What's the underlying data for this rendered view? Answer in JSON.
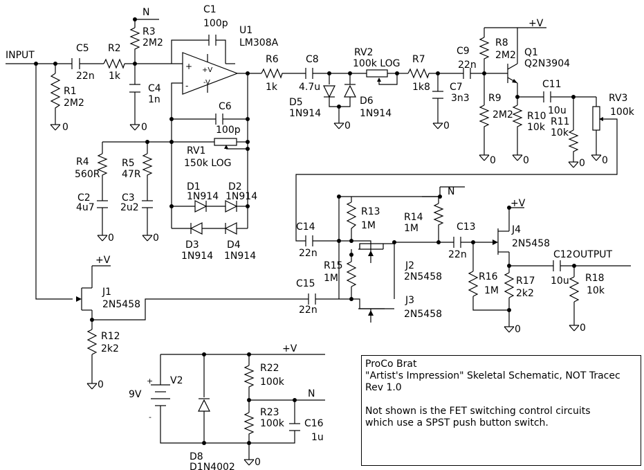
{
  "labels": {
    "input": "INPUT",
    "output": "OUTPUT",
    "vplus": "+V",
    "n": "N",
    "gnd": "0",
    "opamp_plus": "+",
    "opamp_minus": "-",
    "opamp_vplus": "+V",
    "opamp_vminus": "-V",
    "battery_plus": "+",
    "battery_minus": "-"
  },
  "components": {
    "C1": {
      "ref": "C1",
      "value": "100p"
    },
    "U1": {
      "ref": "U1",
      "value": "LM308A"
    },
    "C5": {
      "ref": "C5",
      "value": "22n"
    },
    "R2": {
      "ref": "R2",
      "value": "1k"
    },
    "R3": {
      "ref": "R3",
      "value": "2M2"
    },
    "R1": {
      "ref": "R1",
      "value": "2M2"
    },
    "C4": {
      "ref": "C4",
      "value": "1n"
    },
    "R6": {
      "ref": "R6",
      "value": "1k"
    },
    "C8": {
      "ref": "C8",
      "value": "4.7u"
    },
    "RV2": {
      "ref": "RV2",
      "value": "100k LOG"
    },
    "R7": {
      "ref": "R7",
      "value": "1k8"
    },
    "C7": {
      "ref": "C7",
      "value": "3n3"
    },
    "C9": {
      "ref": "C9",
      "value": "22n"
    },
    "R8": {
      "ref": "R8",
      "value": "2M2"
    },
    "Q1": {
      "ref": "Q1",
      "value": "Q2N3904"
    },
    "R9": {
      "ref": "R9",
      "value": "2M2"
    },
    "C11": {
      "ref": "C11",
      "value": "10u"
    },
    "RV3": {
      "ref": "RV3",
      "value": "100k"
    },
    "R10": {
      "ref": "R10",
      "value": "10k"
    },
    "R11": {
      "ref": "R11",
      "value": "10k"
    },
    "D5": {
      "ref": "D5",
      "value": "1N914"
    },
    "D6": {
      "ref": "D6",
      "value": "1N914"
    },
    "C6": {
      "ref": "C6",
      "value": "100p"
    },
    "RV1": {
      "ref": "RV1",
      "value": "150k LOG"
    },
    "R4": {
      "ref": "R4",
      "value": "560R"
    },
    "R5": {
      "ref": "R5",
      "value": "47R"
    },
    "C2": {
      "ref": "C2",
      "value": "4u7"
    },
    "C3": {
      "ref": "C3",
      "value": "2u2"
    },
    "D1": {
      "ref": "D1",
      "value": "1N914"
    },
    "D2": {
      "ref": "D2",
      "value": "1N914"
    },
    "D3": {
      "ref": "D3",
      "value": "1N914"
    },
    "D4": {
      "ref": "D4",
      "value": "1N914"
    },
    "R13": {
      "ref": "R13",
      "value": "1M"
    },
    "R14": {
      "ref": "R14",
      "value": "1M"
    },
    "C14": {
      "ref": "C14",
      "value": "22n"
    },
    "C13": {
      "ref": "C13",
      "value": "22n"
    },
    "J4": {
      "ref": "J4",
      "value": "2N5458"
    },
    "J2": {
      "ref": "J2",
      "value": "2N5458"
    },
    "R15": {
      "ref": "R15",
      "value": "1M"
    },
    "C12": {
      "ref": "C12",
      "value": "10u"
    },
    "R18": {
      "ref": "R18",
      "value": "10k"
    },
    "R16": {
      "ref": "R16",
      "value": "1M"
    },
    "R17": {
      "ref": "R17",
      "value": "2k2"
    },
    "J1": {
      "ref": "J1",
      "value": "2N5458"
    },
    "C15": {
      "ref": "C15",
      "value": "22n"
    },
    "J3": {
      "ref": "J3",
      "value": "2N5458"
    },
    "R12": {
      "ref": "R12",
      "value": "2k2"
    },
    "R22": {
      "ref": "R22",
      "value": "100k"
    },
    "R23": {
      "ref": "R23",
      "value": "100k"
    },
    "C16": {
      "ref": "C16",
      "value": "1u"
    },
    "V2": {
      "ref": "V2",
      "value": "9V"
    },
    "D8": {
      "ref": "D8",
      "value": "D1N4002"
    }
  },
  "notes": {
    "line1": "ProCo Brat",
    "line2": "\"Artist's Impression\"  Skeletal  Schematic, NOT Tracec",
    "line3": "Rev 1.0",
    "line4": "Not shown is the FET switching control circuits",
    "line5": "which use a SPST push button switch."
  }
}
